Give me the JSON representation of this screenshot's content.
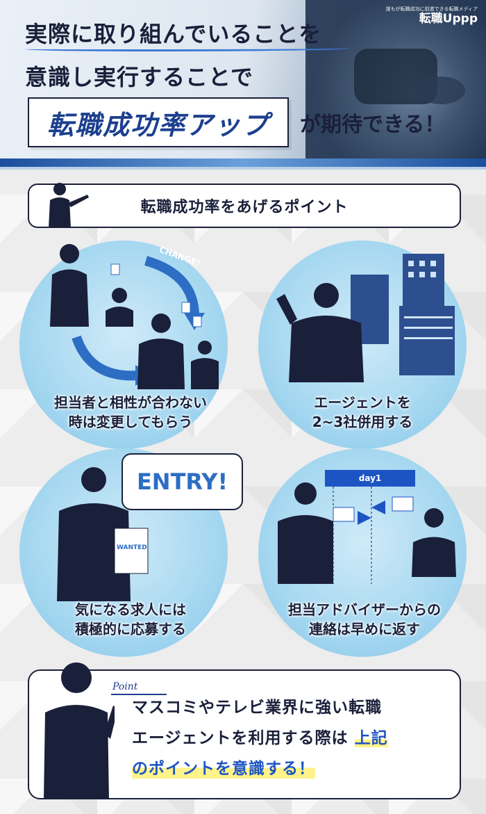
{
  "header": {
    "line1": "実際に取り組んでいることを",
    "line2": "意識し実行することで",
    "badge": "転職成功率アップ",
    "line3": "が期待できる！",
    "brand_tag": "誰もが転職成功に前進できる転職メディア",
    "brand_logo": "転職Uppp"
  },
  "section": {
    "title": "転職成功率をあげるポイント"
  },
  "points": [
    {
      "line1": "担当者と相性が合わない",
      "line2": "時は変更してもらう",
      "label": "CHANGE!"
    },
    {
      "line1": "エージェントを",
      "line2": "2~3社併用する"
    },
    {
      "line1": "気になる求人には",
      "line2": "積極的に応募する",
      "bubble": "ENTRY!",
      "paper": "WANTED"
    },
    {
      "line1": "担当アドバイザーからの",
      "line2": "連絡は早めに返す",
      "day": "day1"
    }
  ],
  "summary": {
    "tag": "Point",
    "line1": "マスコミやテレビ業界に強い転職",
    "line2_a": "エージェントを利用する際は",
    "line2_b": "上記",
    "line3": "のポイントを意識する！"
  },
  "colors": {
    "navy": "#1a1f3a",
    "accent_blue": "#1d54c4",
    "circle_blue": "#a9d9f1",
    "highlight_yellow": "#fff38a"
  }
}
